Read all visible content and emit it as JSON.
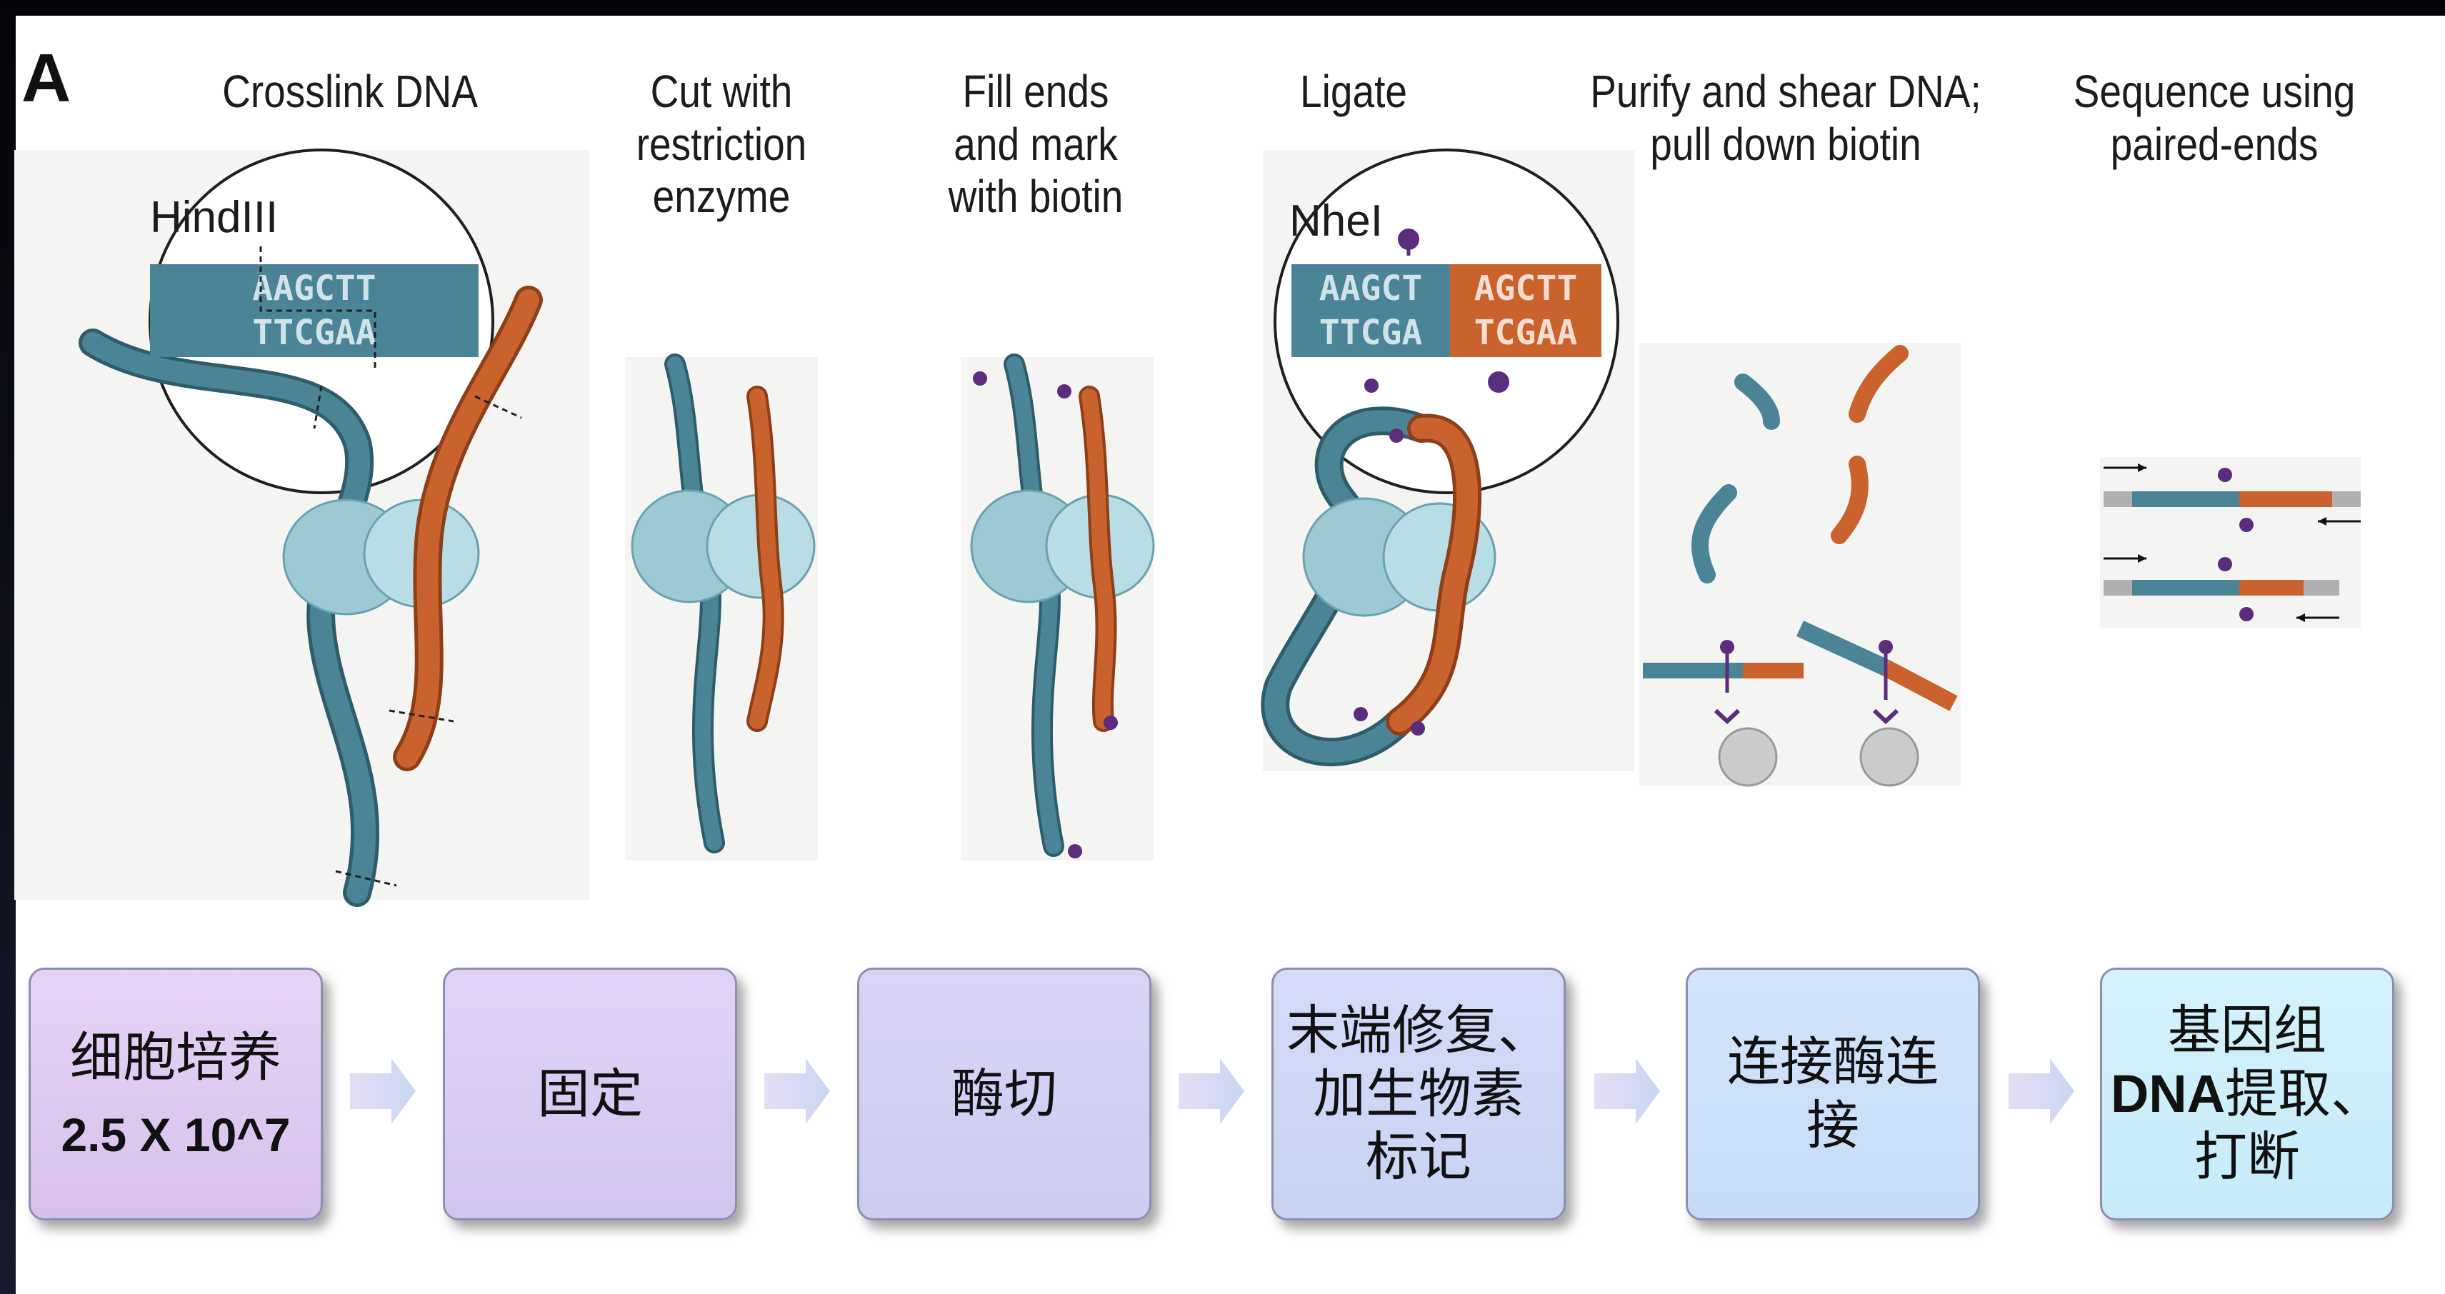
{
  "panel_label": "A",
  "steps": [
    {
      "title": "Crosslink DNA"
    },
    {
      "title": "Cut with\nrestriction\nenzyme"
    },
    {
      "title": "Fill ends\nand mark\nwith biotin"
    },
    {
      "title": "Ligate"
    },
    {
      "title": "Purify and shear DNA;\npull down biotin"
    },
    {
      "title": "Sequence using\npaired-ends"
    }
  ],
  "enzymes": {
    "first": "HindIII",
    "second": "NheI"
  },
  "sequences": {
    "top": "AAGCTT",
    "bottom": "TTCGAA",
    "ligated_top_left": "AAGCT",
    "ligated_top_right": "AGCTT",
    "ligated_bottom_left": "TTCGA",
    "ligated_bottom_right": "TCGAA"
  },
  "workflow": [
    {
      "text": "细胞培养",
      "sub": "2.5 X 10^7"
    },
    {
      "text": "固定"
    },
    {
      "text": "酶切"
    },
    {
      "text": "末端修复、\n加生物素\n标记"
    },
    {
      "text": "连接酶连\n接"
    },
    {
      "text": "基因组",
      "bold_prefix": "DNA",
      "rest": "提取、\n打断"
    }
  ],
  "colors": {
    "dna_teal": "#4a8496",
    "dna_orange": "#c9622c",
    "biotin": "#5b2d7d",
    "nucleosome": "#a9d3dc",
    "box_start": "#ddc8ef",
    "box_end": "#cdf2fb"
  }
}
